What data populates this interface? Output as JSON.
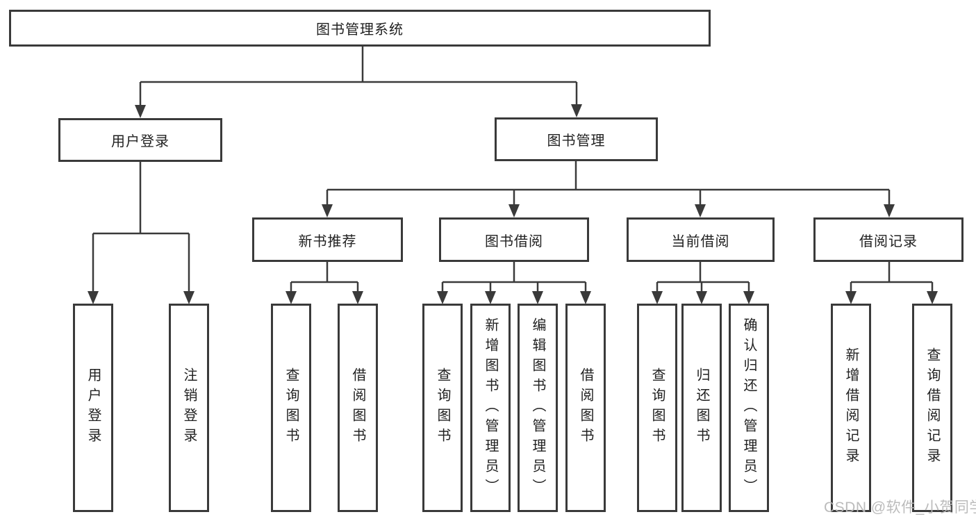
{
  "colors": {
    "line": "#3a3a3a",
    "text": "#212121",
    "background": "#ffffff",
    "watermark": "#b8b8b8"
  },
  "nodes": {
    "root": "图书管理系统",
    "user_login": "用户登录",
    "book_mgmt": "图书管理",
    "leaf_user_login": "用户登录",
    "leaf_logout": "注销登录",
    "new_book_rec": "新书推荐",
    "book_borrow": "图书借阅",
    "current_borrow": "当前借阅",
    "borrow_record": "借阅记录",
    "nbr_query_book": "查询图书",
    "nbr_borrow_book": "借阅图书",
    "bb_query_book": "查询图书",
    "bb_add_book": "新增图书（管理员）",
    "bb_edit_book": "编辑图书（管理员）",
    "bb_borrow_book": "借阅图书",
    "cb_query_book": "查询图书",
    "cb_return_book": "归还图书",
    "cb_confirm_return": "确认归还（管理员）",
    "br_add_record": "新增借阅记录",
    "br_query_record": "查询借阅记录"
  },
  "watermark": {
    "text": "CSDN @软件_小贺同学"
  }
}
